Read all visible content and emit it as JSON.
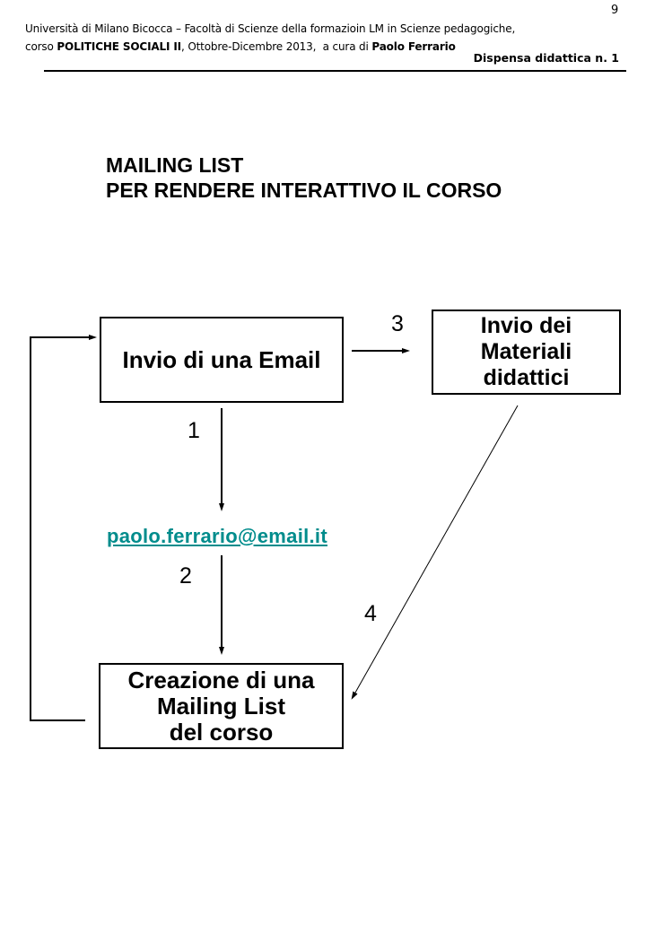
{
  "page": {
    "number": "9"
  },
  "header": {
    "line1": "Università di Milano Bicocca – Facoltà di Scienze della formazioin LM in Scienze pedagogiche,",
    "line2_prefix": "corso ",
    "line2_course": "POLITICHE SOCIALI II",
    "line2_middle": ", Ottobre-Dicembre 2013,  a cura di ",
    "line2_author": "Paolo Ferrario",
    "dispensa": "Dispensa didattica n. 1"
  },
  "title": {
    "line1": "MAILING LIST",
    "line2": "PER RENDERE INTERATTIVO IL CORSO"
  },
  "diagram": {
    "box_invio_email": "Invio di una Email",
    "box_invio_materiali": {
      "line1": "Invio dei",
      "line2": "Materiali",
      "line3": "didattici"
    },
    "box_creazione": {
      "line1": "Creazione di una",
      "line2": "Mailing List",
      "line3": "del corso"
    },
    "email_link": "paolo.ferrario@email.it",
    "steps": {
      "s1": "1",
      "s2": "2",
      "s3": "3",
      "s4": "4"
    },
    "colors": {
      "link": "#008C8C",
      "line": "#000000",
      "border": "#000000"
    }
  }
}
